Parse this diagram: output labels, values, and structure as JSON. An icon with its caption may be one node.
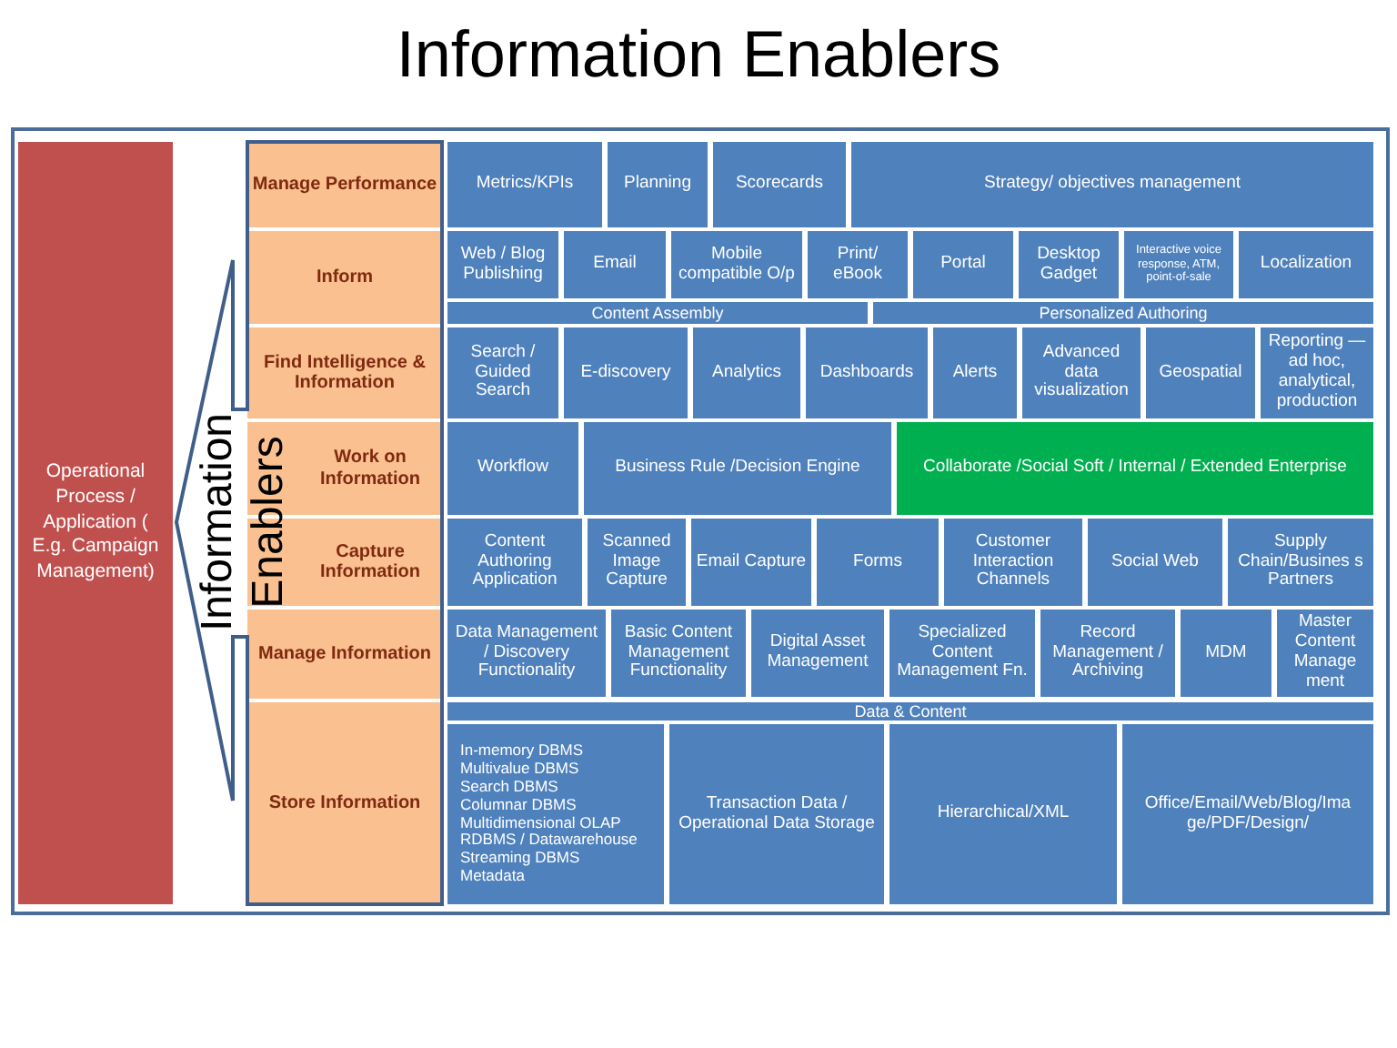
{
  "diagram": {
    "title": "Information Enablers",
    "nodes": [
      {
        "text": [
          "Operational Process / Application ( E.g. Campaign Management)"
        ]
      },
      {
        "text": [
          "Information Enablers"
        ]
      },
      {
        "text": [
          "Manage Performance"
        ],
        "in": 1
      },
      {
        "text": [
          "Metrics/KPIs"
        ]
      },
      {
        "text": [
          "Planning"
        ]
      },
      {
        "text": [
          "Scorecards"
        ]
      },
      {
        "text": [
          "Strategy/ objectives management"
        ]
      },
      {
        "text": [
          "Inform"
        ],
        "in": 1
      },
      {
        "text": [
          "Web / Blog Publishing"
        ]
      },
      {
        "text": [
          "Email"
        ]
      },
      {
        "text": [
          "Mobile compatible O/p"
        ]
      },
      {
        "text": [
          "Print/ eBook"
        ]
      },
      {
        "text": [
          "Portal"
        ]
      },
      {
        "text": [
          "Desktop Gadget"
        ]
      },
      {
        "text": [
          "Interactive voice response, ATM, point-of-sale"
        ]
      },
      {
        "text": [
          "Localization"
        ]
      },
      {
        "text": [
          "Content Assembly"
        ]
      },
      {
        "text": [
          "Personalized Authoring"
        ]
      },
      {
        "text": [
          "Find Intelligence & Information"
        ],
        "in": 1
      },
      {
        "text": [
          "Search / Guided Search"
        ]
      },
      {
        "text": [
          "E-discovery"
        ]
      },
      {
        "text": [
          "Analytics"
        ]
      },
      {
        "text": [
          "Dashboards"
        ]
      },
      {
        "text": [
          "Alerts"
        ]
      },
      {
        "text": [
          "Advanced data visualization"
        ]
      },
      {
        "text": [
          "Geospatial"
        ]
      },
      {
        "text": [
          "Reporting — ad hoc, analytical, production"
        ]
      },
      {
        "text": [
          "Work on Information"
        ],
        "in": 1
      },
      {
        "text": [
          "Workflow"
        ]
      },
      {
        "text": [
          "Business Rule /Decision Engine"
        ]
      },
      {
        "text": [
          "Collaborate /Social Soft / Internal / Extended Enterprise"
        ]
      },
      {
        "text": [
          "Capture Information"
        ],
        "in": 1
      },
      {
        "text": [
          "Content Authoring Application"
        ]
      },
      {
        "text": [
          "Scanned Image Capture"
        ]
      },
      {
        "text": [
          "Email Capture"
        ]
      },
      {
        "text": [
          "Forms"
        ]
      },
      {
        "text": [
          "Customer Interaction Channels"
        ]
      },
      {
        "text": [
          "Social Web"
        ]
      },
      {
        "text": [
          "Supply Chain/Busines s Partners"
        ]
      },
      {
        "text": [
          "Manage Information"
        ],
        "in": 1
      },
      {
        "text": [
          "Data Management / Discovery Functionality"
        ]
      },
      {
        "text": [
          "Basic Content Management Functionality"
        ]
      },
      {
        "text": [
          "Digital Asset Management"
        ]
      },
      {
        "text": [
          "Specialized Content Management Fn."
        ]
      },
      {
        "text": [
          "Record Management / Archiving"
        ]
      },
      {
        "text": [
          "MDM"
        ]
      },
      {
        "text": [
          "Master Content Manage ment"
        ]
      },
      {
        "text": [
          "Data & Content"
        ]
      },
      {
        "text": [
          "Store Information"
        ],
        "in": 1
      },
      {
        "text": [
          "In-memory DBMS",
          "Multivalue DBMS",
          "Search DBMS",
          "Columnar DBMS",
          "Multidimensional OLAP",
          "RDBMS / Datawarehouse",
          "Streaming DBMS",
          "Metadata"
        ]
      },
      {
        "text": [
          "Transaction Data / Operational Data Storage"
        ]
      },
      {
        "text": [
          "Hierarchical/XML"
        ]
      },
      {
        "text": [
          "Office/Email/Web/Blog/Ima ge/PDF/Design/"
        ]
      }
    ]
  }
}
